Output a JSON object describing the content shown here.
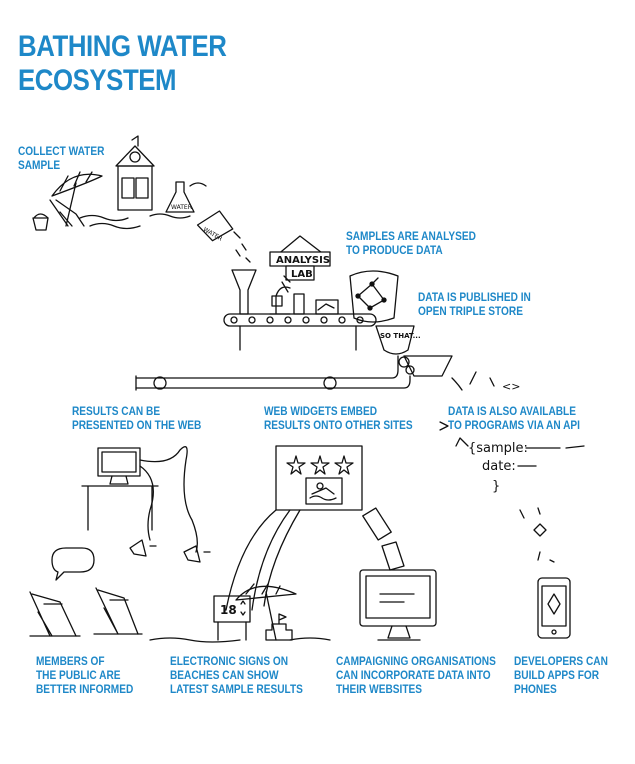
{
  "title": [
    "BATHING WATER",
    "ECOSYSTEM"
  ],
  "labels": {
    "collect": [
      "COLLECT WATER",
      "SAMPLE"
    ],
    "analysed": [
      "SAMPLES ARE ANALYSED",
      "TO PRODUCE DATA"
    ],
    "published": [
      "DATA IS PUBLISHED IN",
      "OPEN TRIPLE STORE"
    ],
    "web": [
      "RESULTS CAN BE",
      "PRESENTED ON THE WEB"
    ],
    "widgets": [
      "WEB WIDGETS EMBED",
      "RESULTS ONTO OTHER SITES"
    ],
    "api": [
      "DATA IS ALSO AVAILABLE",
      "TO PROGRAMS VIA AN API"
    ],
    "public": [
      "MEMBERS OF",
      "THE PUBLIC ARE",
      "BETTER INFORMED"
    ],
    "signs": [
      "ELECTRONIC SIGNS ON",
      "BEACHES CAN SHOW",
      "LATEST SAMPLE RESULTS"
    ],
    "campaign": [
      "CAMPAIGNING ORGANISATIONS",
      "CAN INCORPORATE DATA INTO",
      "THEIR WEBSITES"
    ],
    "developers": [
      "DEVELOPERS CAN",
      "BUILD APPS FOR",
      "PHONES"
    ]
  },
  "illustration_text": {
    "bottle_label": "WATER",
    "bottle_label_2": "WATER",
    "lab_sign_1": "ANALYSIS",
    "lab_sign_2": "LAB",
    "so_that": "SO THAT...",
    "api_code_1": "{sample:",
    "api_code_2": "date:",
    "api_code_3": "}",
    "api_glyphs": "<>",
    "sign_number": "18"
  },
  "icons": [
    "hut-icon",
    "beach-umbrella-icon",
    "deckchair-icon",
    "bucket-icon",
    "flask-icon",
    "funnel-icon",
    "microscope-icon",
    "conveyor-belt-icon",
    "pipe-icon",
    "computer-desk-icon",
    "megaphone-icon",
    "speech-bubble-icon",
    "widget-stars-icon",
    "swimmer-icon",
    "electronic-sign-icon",
    "sandcastle-icon",
    "monitor-icon",
    "phone-icon"
  ],
  "colors": {
    "accent": "#1e88c8",
    "ink": "#111111"
  }
}
